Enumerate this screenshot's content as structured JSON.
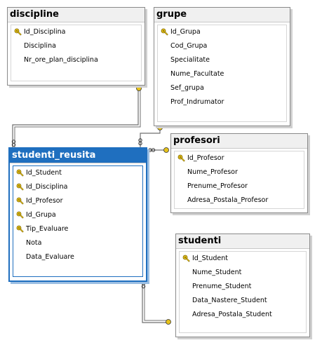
{
  "tables": {
    "discipline": {
      "title": "discipline",
      "columns": [
        {
          "name": "Id_Disciplina",
          "pk": true
        },
        {
          "name": "Disciplina",
          "pk": false
        },
        {
          "name": "Nr_ore_plan_disciplina",
          "pk": false
        }
      ]
    },
    "grupe": {
      "title": "grupe",
      "columns": [
        {
          "name": "Id_Grupa",
          "pk": true
        },
        {
          "name": "Cod_Grupa",
          "pk": false
        },
        {
          "name": "Specialitate",
          "pk": false
        },
        {
          "name": "Nume_Facultate",
          "pk": false
        },
        {
          "name": "Sef_grupa",
          "pk": false
        },
        {
          "name": "Prof_Indrumator",
          "pk": false
        }
      ]
    },
    "profesori": {
      "title": "profesori",
      "columns": [
        {
          "name": "Id_Profesor",
          "pk": true
        },
        {
          "name": "Nume_Profesor",
          "pk": false
        },
        {
          "name": "Prenume_Profesor",
          "pk": false
        },
        {
          "name": "Adresa_Postala_Profesor",
          "pk": false
        }
      ]
    },
    "studenti_reusita": {
      "title": "studenti_reusita",
      "columns": [
        {
          "name": "Id_Student",
          "pk": true
        },
        {
          "name": "Id_Disciplina",
          "pk": true
        },
        {
          "name": "Id_Profesor",
          "pk": true
        },
        {
          "name": "Id_Grupa",
          "pk": true
        },
        {
          "name": "Tip_Evaluare",
          "pk": true
        },
        {
          "name": "Nota",
          "pk": false
        },
        {
          "name": "Data_Evaluare",
          "pk": false
        }
      ]
    },
    "studenti": {
      "title": "studenti",
      "columns": [
        {
          "name": "Id_Student",
          "pk": true
        },
        {
          "name": "Nume_Student",
          "pk": false
        },
        {
          "name": "Prenume_Student",
          "pk": false
        },
        {
          "name": "Data_Nastere_Student",
          "pk": false
        },
        {
          "name": "Adresa_Postala_Student",
          "pk": false
        }
      ]
    }
  },
  "colors": {
    "selected_border": "#1f6fbf",
    "key_icon": "#e6c21a",
    "line": "#6f6f6f"
  }
}
